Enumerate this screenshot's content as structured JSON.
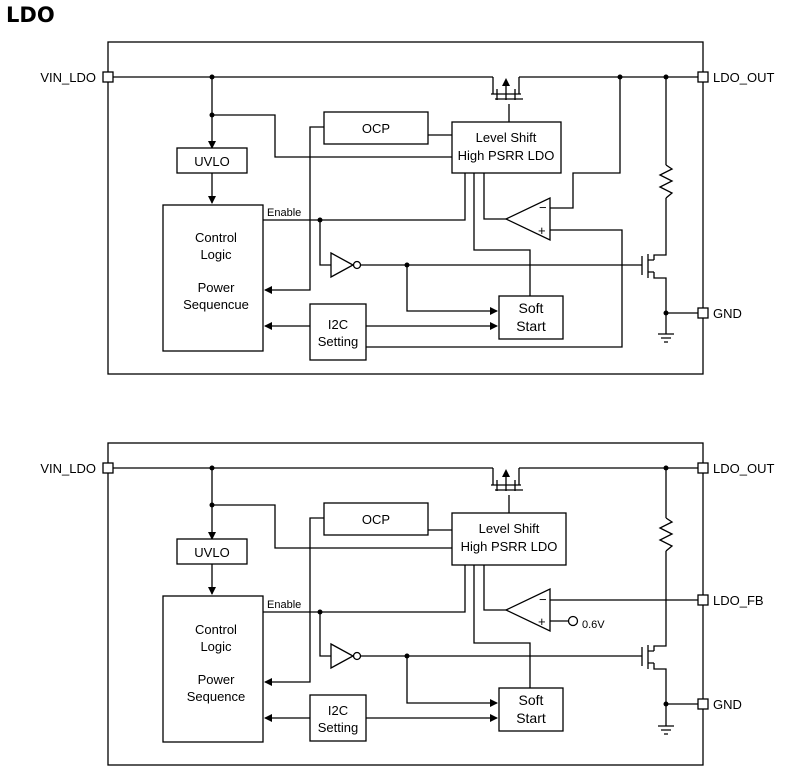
{
  "title": "LDO",
  "diagrams": [
    {
      "pins": {
        "vin": "VIN_LDO",
        "out": "LDO_OUT",
        "gnd": "GND"
      },
      "blocks": {
        "ocp": "OCP",
        "uvlo": "UVLO",
        "level_shift_1": "Level Shift",
        "level_shift_2": "High PSRR LDO",
        "control_1": "Control",
        "control_2": "Logic",
        "control_3": "Power",
        "control_4": "Sequencue",
        "i2c_1": "I2C",
        "i2c_2": "Setting",
        "soft_1": "Soft",
        "soft_2": "Start"
      },
      "signals": {
        "enable": "Enable"
      }
    },
    {
      "pins": {
        "vin": "VIN_LDO",
        "out": "LDO_OUT",
        "fb": "LDO_FB",
        "gnd": "GND"
      },
      "blocks": {
        "ocp": "OCP",
        "uvlo": "UVLO",
        "level_shift_1": "Level Shift",
        "level_shift_2": "High PSRR LDO",
        "control_1": "Control",
        "control_2": "Logic",
        "control_3": "Power",
        "control_4": "Sequence",
        "i2c_1": "I2C",
        "i2c_2": "Setting",
        "soft_1": "Soft",
        "soft_2": "Start"
      },
      "signals": {
        "enable": "Enable",
        "vref": "0.6V"
      }
    }
  ]
}
